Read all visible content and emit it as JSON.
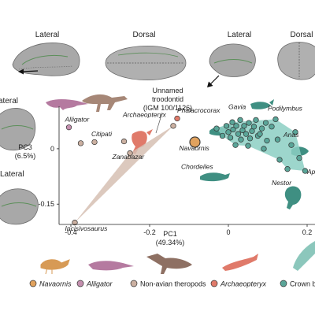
{
  "views": {
    "lateral": "Lateral",
    "dorsal": "Dorsal"
  },
  "chart_data": {
    "type": "scatter",
    "xlabel": "PC1",
    "xlabel_pct": "(49.34%)",
    "ylabel": "PC3",
    "ylabel_pct": "(6.5%)",
    "xlim": [
      -0.43,
      0.22
    ],
    "ylim": [
      -0.205,
      0.115
    ],
    "xticks": [
      -0.4,
      -0.2,
      0,
      0.2
    ],
    "xtick_labels": [
      "-0.4",
      "-0.2",
      "0",
      "0.2"
    ],
    "yticks": [
      0,
      -0.15
    ],
    "ytick_labels": [
      "0",
      "-0.15"
    ],
    "groups": [
      {
        "name": "Navaornis",
        "color": "#e1a25e",
        "points": [
          [
            -0.085,
            0.018
          ]
        ]
      },
      {
        "name": "Alligator",
        "color": "#c48fae",
        "points": [
          [
            -0.405,
            0.058
          ]
        ]
      },
      {
        "name": "Non-avian theropods",
        "color": "#cbb0a1",
        "points": [
          [
            -0.39,
            -0.2
          ],
          [
            -0.375,
            0.015
          ],
          [
            -0.34,
            0.018
          ],
          [
            -0.265,
            0.02
          ],
          [
            -0.25,
            -0.012
          ],
          [
            -0.14,
            0.062
          ]
        ]
      },
      {
        "name": "Archaeopteryx",
        "color": "#e07a6a",
        "points": [
          [
            -0.13,
            0.082
          ]
        ]
      },
      {
        "name": "Crown birds",
        "color": "#5aa598",
        "points": [
          [
            -0.03,
            0.055
          ],
          [
            -0.015,
            0.035
          ],
          [
            -0.005,
            0.062
          ],
          [
            0.0,
            0.045
          ],
          [
            0.005,
            0.03
          ],
          [
            0.01,
            0.072
          ],
          [
            0.012,
            0.052
          ],
          [
            0.018,
            0.01
          ],
          [
            0.02,
            0.062
          ],
          [
            0.025,
            0.04
          ],
          [
            0.03,
            0.078
          ],
          [
            0.032,
            0.025
          ],
          [
            0.036,
            0.05
          ],
          [
            0.04,
            0.062
          ],
          [
            0.045,
            0.04
          ],
          [
            0.05,
            0.008
          ],
          [
            0.052,
            0.07
          ],
          [
            0.055,
            0.028
          ],
          [
            0.06,
            0.048
          ],
          [
            0.065,
            0.06
          ],
          [
            0.07,
            0.078
          ],
          [
            0.075,
            0.035
          ],
          [
            0.08,
            0.04
          ],
          [
            0.085,
            0.055
          ],
          [
            0.09,
            0.0
          ],
          [
            0.095,
            0.07
          ],
          [
            0.098,
            0.022
          ],
          [
            0.11,
            0.06
          ],
          [
            0.12,
            0.08
          ],
          [
            0.125,
            0.025
          ],
          [
            0.13,
            -0.03
          ],
          [
            0.15,
            -0.055
          ],
          [
            0.16,
            0.01
          ],
          [
            0.17,
            0.045
          ],
          [
            0.18,
            -0.025
          ],
          [
            0.195,
            -0.06
          ]
        ]
      }
    ],
    "hulls": [
      {
        "group": "Non-avian theropods",
        "color": "#d6c0b3",
        "points": [
          [
            -0.39,
            -0.2
          ],
          [
            -0.14,
            0.062
          ],
          [
            -0.25,
            -0.012
          ]
        ]
      },
      {
        "group": "Crown birds",
        "color": "#8ccfc3",
        "points": [
          [
            -0.03,
            0.055
          ],
          [
            0.01,
            0.072
          ],
          [
            0.12,
            0.08
          ],
          [
            0.17,
            0.045
          ],
          [
            0.195,
            -0.06
          ],
          [
            0.15,
            -0.055
          ],
          [
            0.13,
            -0.03
          ],
          [
            0.05,
            0.008
          ],
          [
            0.018,
            0.01
          ],
          [
            -0.015,
            0.035
          ]
        ]
      }
    ],
    "annotations": [
      {
        "text": "Alligator",
        "x": -0.415,
        "y": 0.073,
        "italic": true
      },
      {
        "text": "Citipati",
        "x": -0.348,
        "y": 0.034,
        "italic": true
      },
      {
        "text": "Archaeopteryx",
        "x": -0.268,
        "y": 0.086,
        "italic": true
      },
      {
        "text": "Zanabazar",
        "x": -0.295,
        "y": -0.028,
        "italic": true
      },
      {
        "text": "Incisivosaurus",
        "x": -0.415,
        "y": -0.222,
        "italic": true
      },
      {
        "text": "Navaornis",
        "x": -0.125,
        "y": -0.004,
        "italic": true
      },
      {
        "text": "Phalacrocorax",
        "x": -0.13,
        "y": 0.098,
        "italic": true
      },
      {
        "text": "Gavia",
        "x": 0.0,
        "y": 0.108,
        "italic": true
      },
      {
        "text": "Podilymbus",
        "x": 0.1,
        "y": 0.103,
        "italic": true
      },
      {
        "text": "Anas",
        "x": 0.14,
        "y": 0.032,
        "italic": true
      },
      {
        "text": "Chordeiles",
        "x": -0.12,
        "y": -0.055,
        "italic": true
      },
      {
        "text": "Nestor",
        "x": 0.11,
        "y": -0.098,
        "italic": true
      },
      {
        "text": "Ap",
        "x": 0.2,
        "y": -0.068,
        "italic": true
      }
    ],
    "callout": {
      "lines": [
        "Unnamed",
        "troodontid",
        "(IGM 100/1126)"
      ]
    },
    "legend": [
      {
        "label": "Navaornis",
        "color": "#e1a25e",
        "italic": true
      },
      {
        "label": "Alligator",
        "color": "#c48fae",
        "italic": true
      },
      {
        "label": "Non-avian theropods",
        "color": "#cbb0a1",
        "italic": false
      },
      {
        "label": "Archaeopteryx",
        "color": "#e07a6a",
        "italic": true
      },
      {
        "label": "Crown b",
        "color": "#5aa598",
        "italic": false
      }
    ]
  }
}
